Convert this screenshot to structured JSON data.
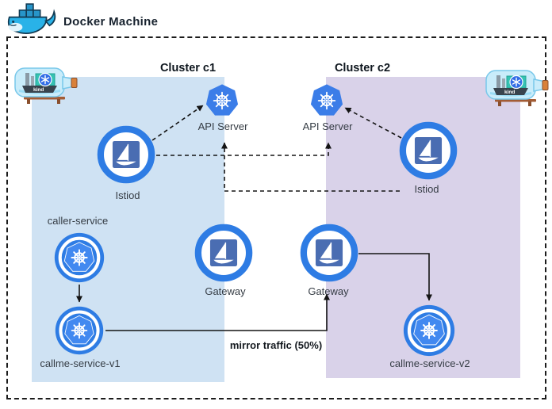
{
  "title": {
    "label": "Docker Machine"
  },
  "clusters": {
    "c1": {
      "title": "Cluster c1"
    },
    "c2": {
      "title": "Cluster c2"
    }
  },
  "nodes": {
    "api_server_c1": {
      "label": "API Server"
    },
    "api_server_c2": {
      "label": "API Server"
    },
    "istiod_c1": {
      "label": "Istiod"
    },
    "istiod_c2": {
      "label": "Istiod"
    },
    "gateway_c1": {
      "label": "Gateway"
    },
    "gateway_c2": {
      "label": "Gateway"
    },
    "caller_service": {
      "label": "caller-service"
    },
    "callme_service_v1": {
      "label": "callme-service-v1"
    },
    "callme_service_v2": {
      "label": "callme-service-v2"
    }
  },
  "edges": {
    "mirror_label": "mirror traffic (50%)"
  },
  "icons": {
    "docker_logo": "docker-whale-icon",
    "kind_logo": "kind-ship-in-bottle-icon",
    "kubernetes": "kubernetes-wheel-icon",
    "istio": "istio-sailboat-icon"
  },
  "colors": {
    "cluster_c1_fill": "#cfe2f3",
    "cluster_c2_fill": "#d9d2e9",
    "kubernetes_blue": "#3b7de8",
    "pod_ring_blue": "#2e7ce4",
    "istio_square_blue": "#4a6db2",
    "line_color": "#141414",
    "docker_blue": "#29b2e8",
    "kind_cork_orange": "#d9813a"
  }
}
